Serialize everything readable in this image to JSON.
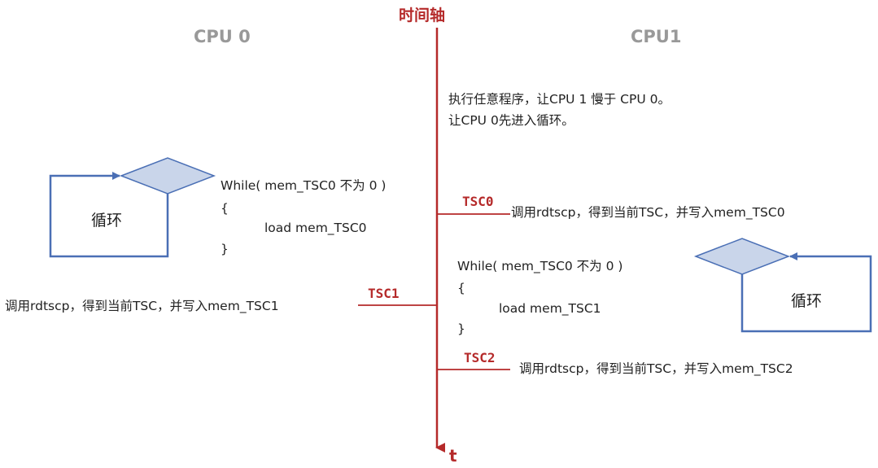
{
  "timeline": {
    "title": "时间轴",
    "end_label": "t"
  },
  "cpu0": {
    "title": "CPU 0",
    "loop_label": "循环",
    "code_lines": [
      "While( mem_TSC0 不为 0 )",
      "{",
      "load mem_TSC0",
      "}"
    ],
    "action": "调用rdtscp，得到当前TSC，并写入mem_TSC1"
  },
  "cpu1": {
    "title": "CPU1",
    "intro_lines": [
      "执行任意程序，让CPU 1 慢于 CPU 0。",
      "让CPU 0先进入循环。"
    ],
    "action_tsc0": "调用rdtscp，得到当前TSC，并写入mem_TSC0",
    "loop_label": "循环",
    "code_lines": [
      "While( mem_TSC0 不为 0 )",
      "{",
      "load mem_TSC1",
      "}"
    ],
    "action_tsc2": "调用rdtscp，得到当前TSC，并写入mem_TSC2"
  },
  "markers": {
    "tsc0": "TSC0",
    "tsc1": "TSC1",
    "tsc2": "TSC2"
  },
  "colors": {
    "timeline": "#b52a2a",
    "flow": "#4a6fb5",
    "diamond_fill": "#c9d5ea",
    "cpu_title": "#999999"
  }
}
